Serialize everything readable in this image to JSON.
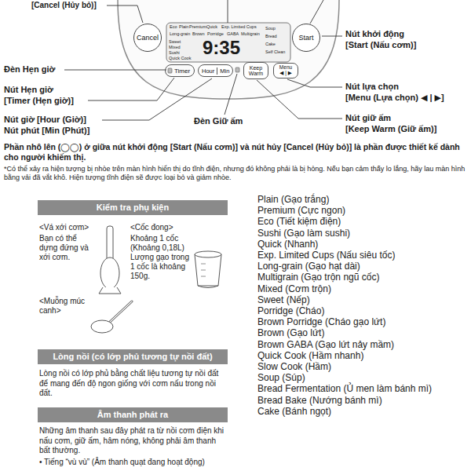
{
  "diagram": {
    "nodes": [
      {
        "text": [
          "Cancel"
        ]
      },
      {
        "text": [
          "Start"
        ]
      },
      {
        "text": [
          "Timer"
        ]
      },
      {
        "text": [
          "Hour",
          "Min"
        ]
      },
      {
        "text": [
          "Keep Warm"
        ]
      },
      {
        "text": [
          "Menu",
          "◀ | ▶"
        ]
      },
      {
        "text": [
          "Kiểm tra phụ kiện"
        ]
      },
      {
        "text": [
          "Lòng nồi (có lớp phủ tương tự nồi đất)"
        ]
      },
      {
        "text": [
          "Âm thanh phát ra"
        ]
      }
    ],
    "labels": [
      "[Cancel (Hủy bỏ)]",
      "Eco",
      "Plain",
      "Premium",
      "Quick",
      "Exp. Limited Cups",
      "Long-grain",
      "Brown",
      "Porridge",
      "GABA",
      "Multigrain",
      "Sweet",
      "Mixed",
      "Sushi",
      "Quick Cook",
      "9:35",
      "Soup",
      "Bread",
      "Cake",
      "Self Clean",
      "Nút khởi động",
      "[Start (Nấu cơm)]",
      "Đèn Hẹn giờ",
      "Nút Hẹn giờ",
      "[Timer (Hẹn giờ)]",
      "Nút giờ [Hour (Giờ)]",
      "Nút phút [Min (Phút)]",
      "Đèn Giữ ấm",
      "Nút lựa chọn",
      "[Menu (Lựa chọn) ◀ | ▶]",
      "Nút giữ ấm",
      "[Keep Warm (Giữ ấm)]",
      "Phần nhô lên (◯◯) ở giữa nút khởi động [Start (Nấu cơm)] và nút hủy [Cancel (Hủy bỏ)] là phần được thiết kế dành cho người khiếm thị.",
      "*Có thể xảy ra hiện tượng bị nhòe trên màn hình hiển thị do tĩnh điện, nhưng đó không phải là bị hỏng. Nếu bạn cảm thấy lo lắng, hãy lau màn hình bằng vải đã vắt khô. Hiện tượng tĩnh điện sẽ được loại bỏ và giảm nhòe.",
      "<Vá xới cơm>",
      "Bạn có thể dựng đứng và xới cơm.",
      "<Cốc đong>",
      "Khoảng 1 cốc (Khoảng 0,18L) Lượng gạo trong 1 cốc là khoảng 150g.",
      "<Muỗng múc canh>",
      "Lòng nồi có lớp phủ bằng chất liệu tương tự nồi đất để mang đến độ ngon giống với cơm nấu trong nồi đất.",
      "Những âm thanh sau đây phát ra từ nồi cơm điện khi nấu cơm, giữ ấm, hâm nóng, không phải âm thanh bất thường.",
      "• Tiếng “vù vù” (Âm thanh quạt đang hoạt động)",
      "Plain (Gạo trắng)",
      "Premium (Cực ngon)",
      "Eco (Tiết kiệm điện)",
      "Sushi (Gạo làm sushi)",
      "Quick (Nhanh)",
      "Exp. Limited Cups (Nấu siêu tốc)",
      "Long-grain (Gạo hạt dài)",
      "Multigrain (Gạo trộn ngũ cốc)",
      "Mixed (Cơm trộn)",
      "Sweet (Nếp)",
      "Porridge (Cháo)",
      "Brown Porridge (Cháo gạo lứt)",
      "Brown (Gạo lứt)",
      "Brown GABA (Gạo lứt nảy mầm)",
      "Quick Cook (Hầm nhanh)",
      "Slow Cook (Hầm)",
      "Soup (Súp)",
      "Bread Fermentation (Ủ men làm bánh mì)",
      "Bread Bake (Nướng bánh mì)",
      "Cake (Bánh ngọt)"
    ]
  }
}
